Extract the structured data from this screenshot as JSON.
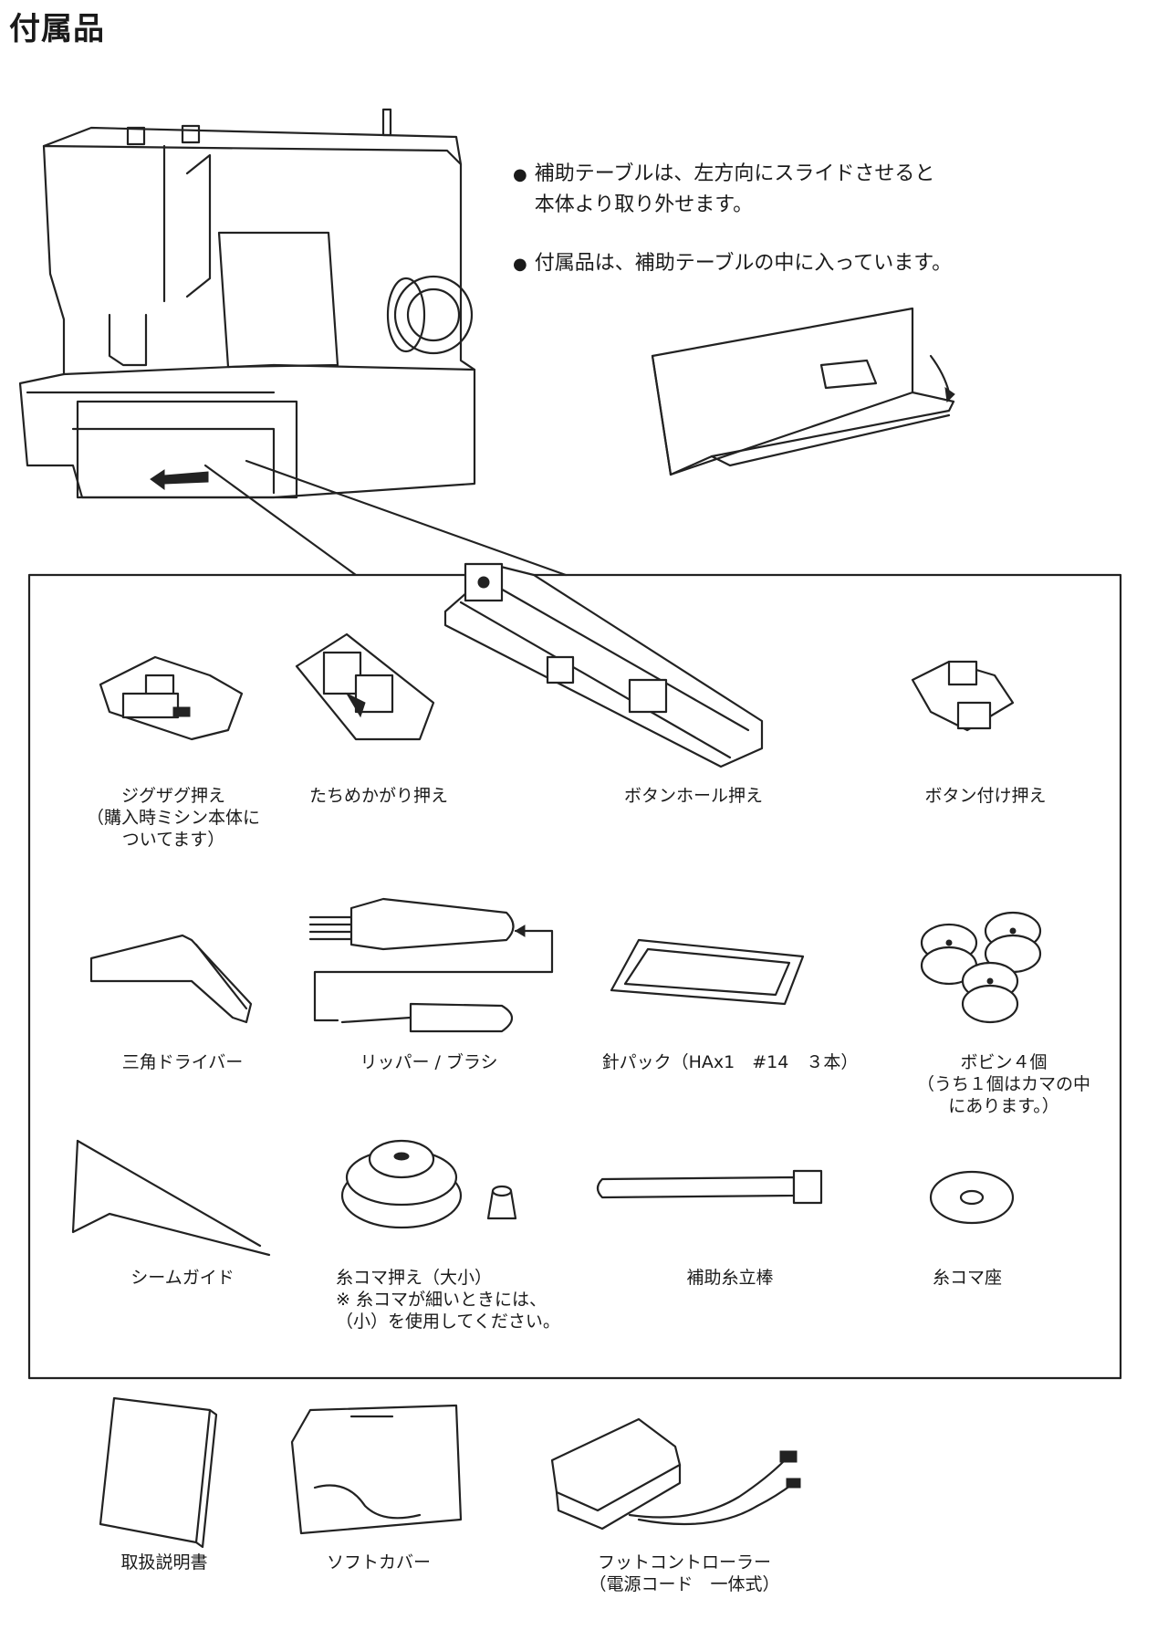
{
  "page": {
    "title": "付属品"
  },
  "notes": [
    {
      "bullet": "●",
      "text": "補助テーブルは、左方向にスライドさせると\n本体より取り外せます。"
    },
    {
      "bullet": "●",
      "text": "付属品は、補助テーブルの中に入っています。"
    }
  ],
  "items": {
    "zigzag_foot": "ジグザグ押え\n（購入時ミシン本体に\nついてます）",
    "overedge_foot": "たちめかがり押え",
    "buttonhole_foot": "ボタンホール押え",
    "button_sew_foot": "ボタン付け押え",
    "screwdriver": "三角ドライバー",
    "ripper_brush": "リッパー / ブラシ",
    "needle_pack": "針パック（HAx1　#14　３本）",
    "bobbins": "ボビン４個\n（うち１個はカマの中\nにあります。）",
    "seam_guide": "シームガイド",
    "spool_cap": "糸コマ押え（大小）\n※ 糸コマが細いときには、\n（小）を使用してください。",
    "spool_pin": "補助糸立棒",
    "spool_felt": "糸コマ座",
    "manual": "取扱説明書",
    "soft_cover": "ソフトカバー",
    "foot_controller": "フットコントローラー\n（電源コード　一体式）"
  }
}
